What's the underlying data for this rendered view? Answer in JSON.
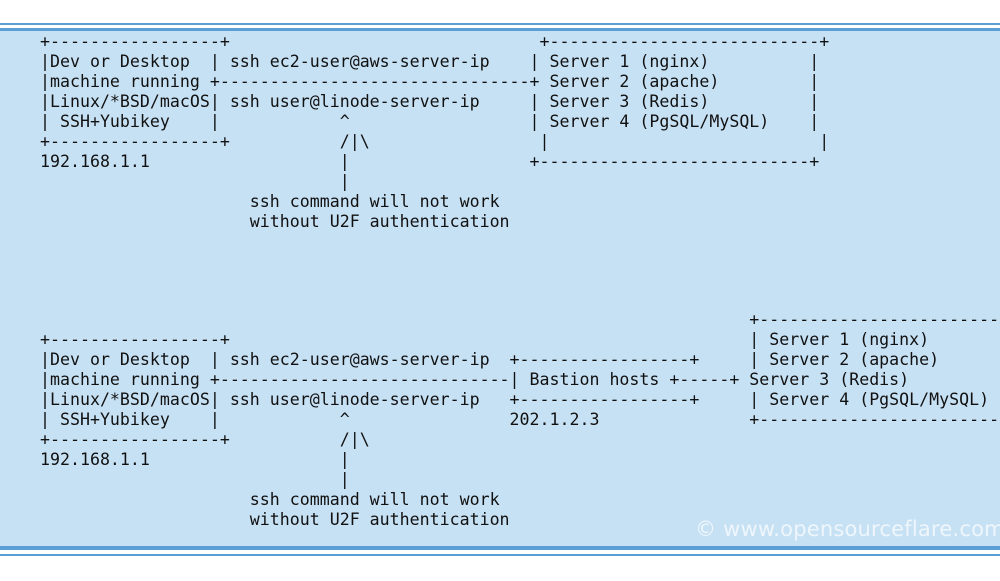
{
  "top_diagram": {
    "lines": [
      "+-----------------+                               +---------------------------+",
      "|Dev or Desktop  | ssh ec2-user@aws-server-ip    | Server 1 (nginx)          |",
      "|machine running +-------------------------------+ Server 2 (apache)         |",
      "|Linux/*BSD/macOS| ssh user@linode-server-ip     | Server 3 (Redis)          |",
      "| SSH+Yubikey    |            ^                  | Server 4 (PgSQL/MySQL)    |",
      "+-----------------+           /|\\                 |                           |",
      "192.168.1.1                   |                  +---------------------------+",
      "                              |",
      "                     ssh command will not work",
      "                     without U2F authentication"
    ]
  },
  "bottom_diagram": {
    "lines": [
      "                                                                       +--------------------------+",
      "+-----------------+                                                    | Server 1 (nginx)         |",
      "|Dev or Desktop  | ssh ec2-user@aws-server-ip  +-----------------+     | Server 2 (apache)        |",
      "|machine running +-----------------------------| Bastion hosts +-----+ Server 3 (Redis)         |",
      "|Linux/*BSD/macOS| ssh user@linode-server-ip   +-----------------+     | Server 4 (PgSQL/MySQL)   |",
      "| SSH+Yubikey    |            ^                202.1.2.3               +--------------------------+",
      "+-----------------+           /|\\",
      "192.168.1.1                   |",
      "                              |",
      "                     ssh command will not work",
      "                     without U2F authentication"
    ]
  },
  "watermark": "© www.opensourceflare.com"
}
